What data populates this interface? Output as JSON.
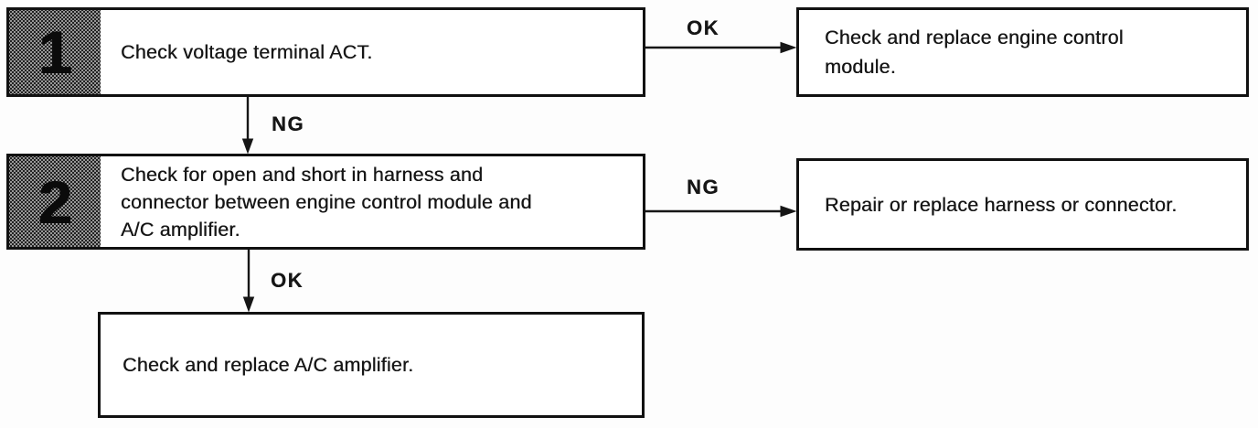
{
  "nodes": {
    "step1": {
      "number": "1",
      "lines": [
        "Check voltage terminal ACT."
      ]
    },
    "result1": {
      "lines": [
        "Check and replace engine control",
        "module."
      ]
    },
    "step2": {
      "number": "2",
      "lines": [
        "Check for open and short in harness and",
        "connector between engine control module and",
        "A/C amplifier."
      ]
    },
    "result2": {
      "lines": [
        "Repair or replace harness or connector."
      ]
    },
    "final": {
      "lines": [
        "Check and replace A/C amplifier."
      ]
    }
  },
  "connectors": {
    "step1_to_result1": {
      "label": "OK"
    },
    "step1_to_step2": {
      "label": "NG"
    },
    "step2_to_result2": {
      "label": "NG"
    },
    "step2_to_final": {
      "label": "OK"
    }
  },
  "colors": {
    "line": "#161616",
    "box_border": "#111111",
    "text": "#161616",
    "badge_fill": "#d6d6d6",
    "badge_dots": "#222222",
    "background": "#fdfdfd"
  }
}
